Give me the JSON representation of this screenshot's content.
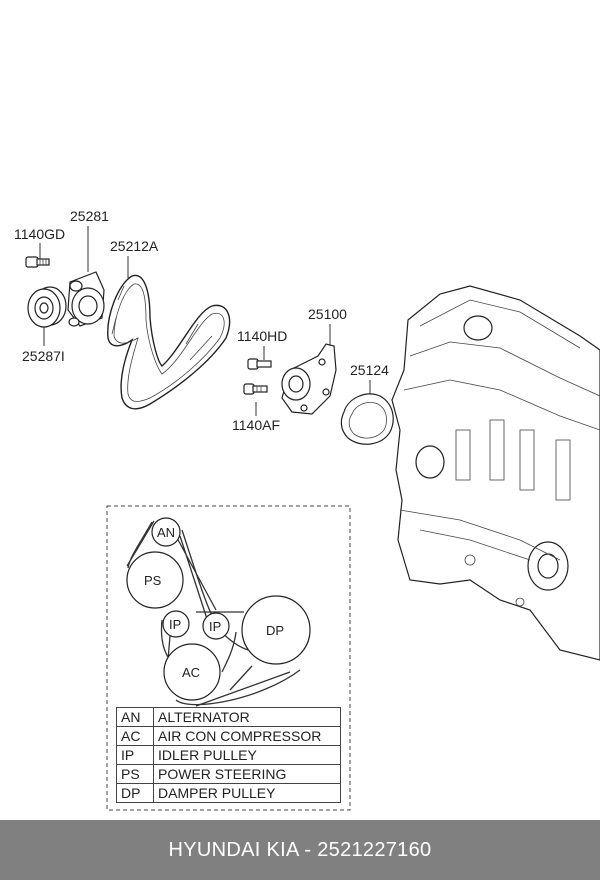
{
  "callouts": {
    "c1140gd": "1140GD",
    "c25281": "25281",
    "c25212a": "25212A",
    "c25287i": "25287I",
    "c1140hd": "1140HD",
    "c25100": "25100",
    "c25124": "25124",
    "c1140af": "1140AF"
  },
  "belt_routing": {
    "an": "AN",
    "ps": "PS",
    "ip1": "IP",
    "ip2": "IP",
    "dp": "DP",
    "ac": "AC"
  },
  "legend": [
    {
      "code": "AN",
      "name": "ALTERNATOR"
    },
    {
      "code": "AC",
      "name": "AIR CON COMPRESSOR"
    },
    {
      "code": "IP",
      "name": "IDLER PULLEY"
    },
    {
      "code": "PS",
      "name": "POWER STEERING"
    },
    {
      "code": "DP",
      "name": "DAMPER PULLEY"
    }
  ],
  "footer": {
    "text": "HYUNDAI KIA - 2521227160"
  }
}
